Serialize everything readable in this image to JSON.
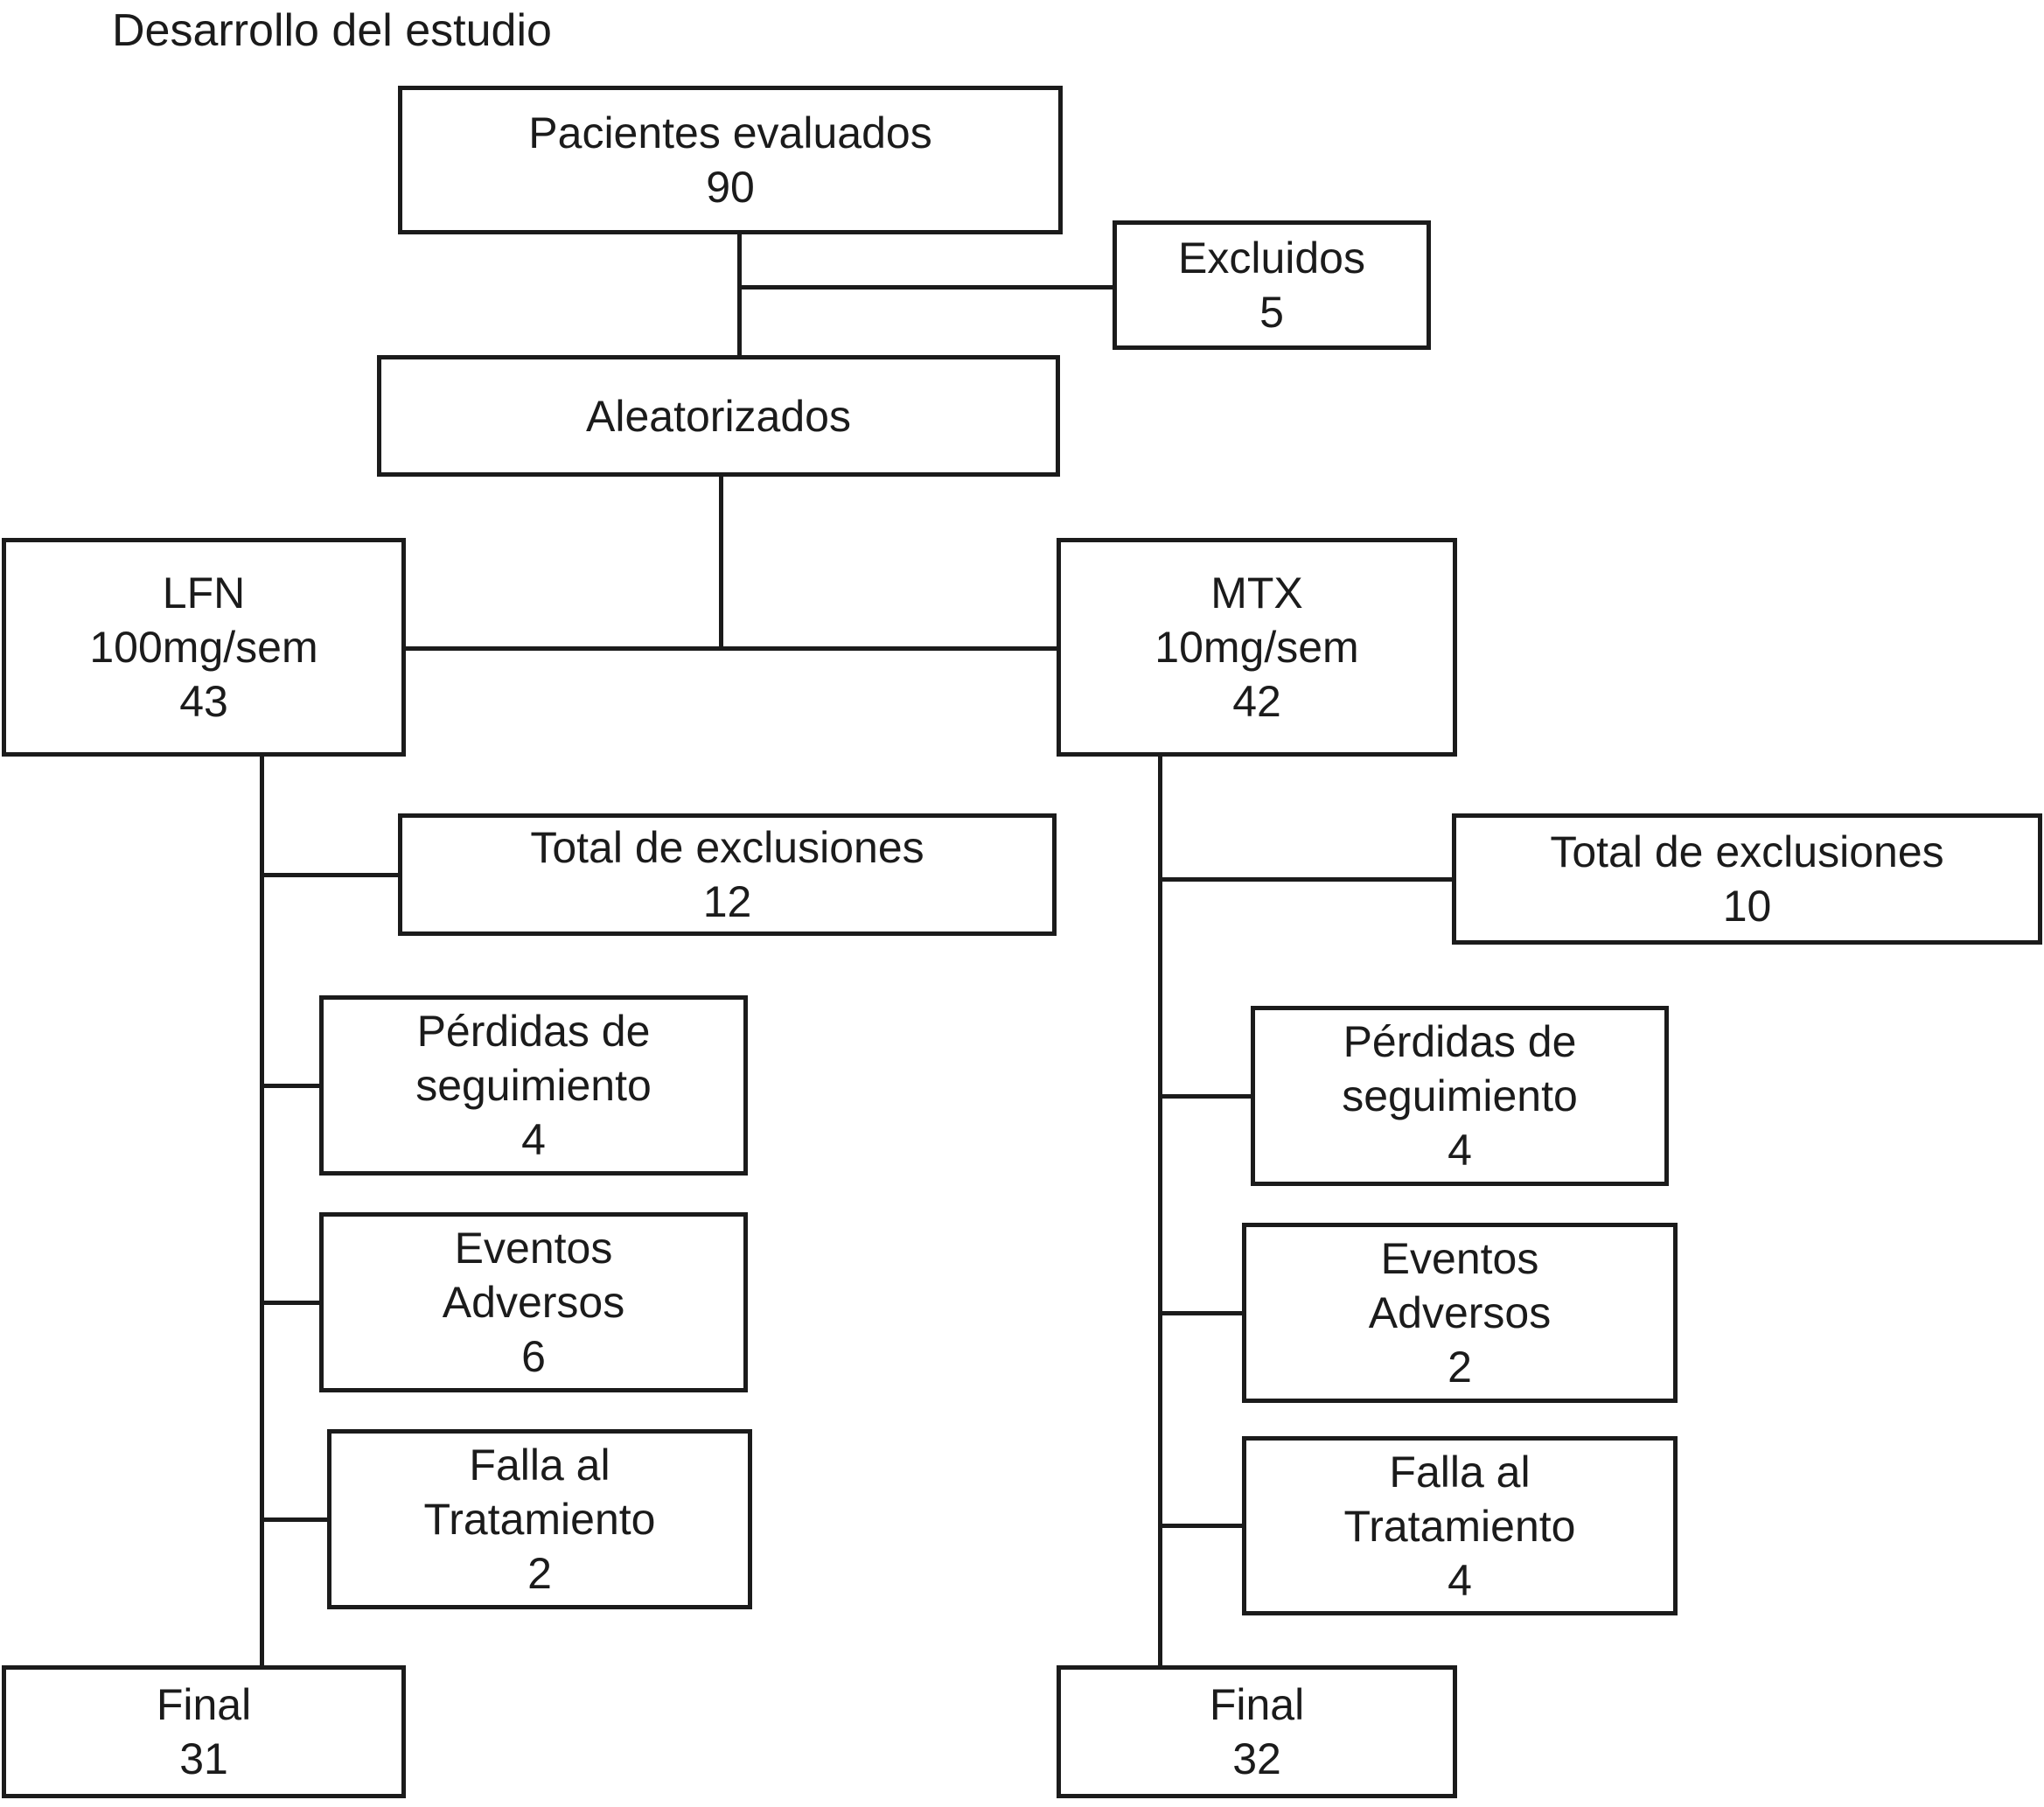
{
  "title": "Desarrollo del estudio",
  "diagram": {
    "colors": {
      "ink": "#1b1b1b",
      "background": "#ffffff"
    },
    "nodes": {
      "pacientes": {
        "lines": [
          "Pacientes evaluados",
          "90"
        ]
      },
      "excluidos": {
        "lines": [
          "Excluidos",
          "5"
        ]
      },
      "aleatorizados": {
        "lines": [
          "Aleatorizados"
        ]
      },
      "lfn": {
        "lines": [
          "LFN",
          "100mg/sem",
          "43"
        ]
      },
      "mtx": {
        "lines": [
          "MTX",
          "10mg/sem",
          "42"
        ]
      },
      "total_lfn": {
        "lines": [
          "Total de exclusiones",
          "12"
        ]
      },
      "total_mtx": {
        "lines": [
          "Total de exclusiones",
          "10"
        ]
      },
      "perdidas_lfn": {
        "lines": [
          "Pérdidas de",
          "seguimiento",
          "4"
        ]
      },
      "perdidas_mtx": {
        "lines": [
          "Pérdidas de",
          "seguimiento",
          "4"
        ]
      },
      "eventos_lfn": {
        "lines": [
          "Eventos",
          "Adversos",
          "6"
        ]
      },
      "eventos_mtx": {
        "lines": [
          "Eventos",
          "Adversos",
          "2"
        ]
      },
      "falla_lfn": {
        "lines": [
          "Falla al",
          "Tratamiento",
          "2"
        ]
      },
      "falla_mtx": {
        "lines": [
          "Falla al",
          "Tratamiento",
          "4"
        ]
      },
      "final_lfn": {
        "lines": [
          "Final",
          "31"
        ]
      },
      "final_mtx": {
        "lines": [
          "Final",
          "32"
        ]
      }
    }
  }
}
